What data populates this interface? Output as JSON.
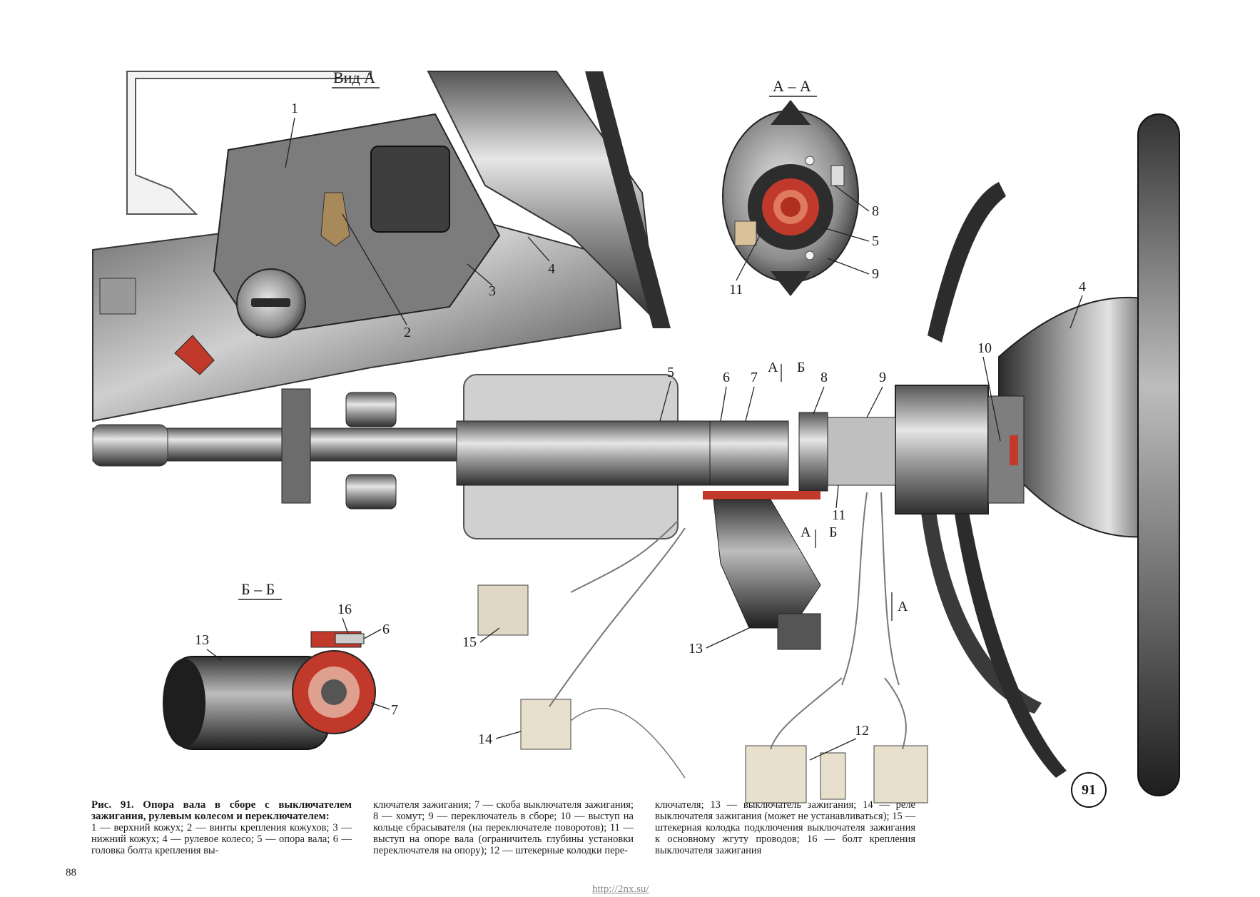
{
  "figure": {
    "number": "91",
    "page_number": "88",
    "source_url": "http://2nx.su/"
  },
  "views": {
    "view_a": "Вид А",
    "section_aa": "А – А",
    "section_bb": "Б – Б",
    "cut_a": "А",
    "cut_b": "Б",
    "arrow_a": "А"
  },
  "callouts": {
    "top_view": [
      "1",
      "2",
      "3",
      "4"
    ],
    "section_aa": [
      "8",
      "5",
      "9",
      "11"
    ],
    "main": [
      "5",
      "6",
      "7",
      "8",
      "9",
      "10",
      "4",
      "11",
      "12",
      "13",
      "14",
      "15"
    ],
    "section_bb": [
      "16",
      "6",
      "13",
      "7"
    ]
  },
  "caption": {
    "title": "Рис. 91. Опора вала в сборе с выключателем зажигания, рулевым колесом и переключателем:",
    "col1": "1 — верхний кожух; 2 — винты крепления кожухов; 3 — нижний кожух; 4 — рулевое колесо; 5 — опора вала; 6 — головка болта крепления вы-",
    "col2": "ключателя зажигания; 7 — скоба выключателя зажигания; 8 — хомут; 9 — переключатель в сборе; 10 — выступ на кольце сбрасывателя (на переключателе поворотов); 11 — выступ на опоре вала (ограничитель глубины установки переключателя на опору); 12 — штекерные колодки пере-",
    "col3": "ключателя; 13 — выключатель зажигания; 14 — реле выключателя зажигания (может не устанавливаться); 15 — штекерная колодка подключения выключателя зажигания к основному жгуту проводов; 16 — болт крепления выключателя зажигания"
  },
  "colors": {
    "metal_dark": "#3a3a3a",
    "metal_mid": "#8a8a8a",
    "metal_light": "#d8d8d8",
    "section_red": "#c0392b"
  }
}
